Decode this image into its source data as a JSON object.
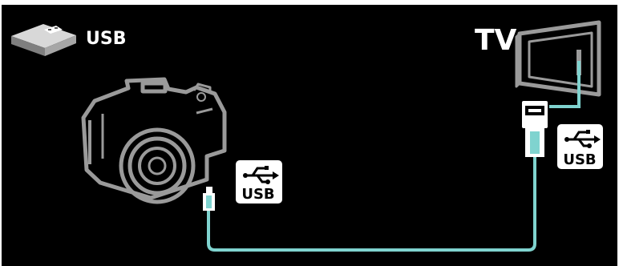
{
  "header": {
    "usb_title": "USB",
    "tv_title": "TV"
  },
  "badges": {
    "camera_port_label": "USB",
    "tv_port_label": "USB"
  },
  "icons": {
    "usb_stick": "usb-stick-icon",
    "camera": "camera-icon",
    "tv": "tv-icon",
    "usb_symbol": "usb-trident-icon"
  },
  "colors": {
    "background": "#000000",
    "top_strip": "#ffffff",
    "line_art": "#9a9a9a",
    "cable": "#7fd3cf",
    "badge_bg": "#ffffff",
    "text": "#ffffff"
  }
}
